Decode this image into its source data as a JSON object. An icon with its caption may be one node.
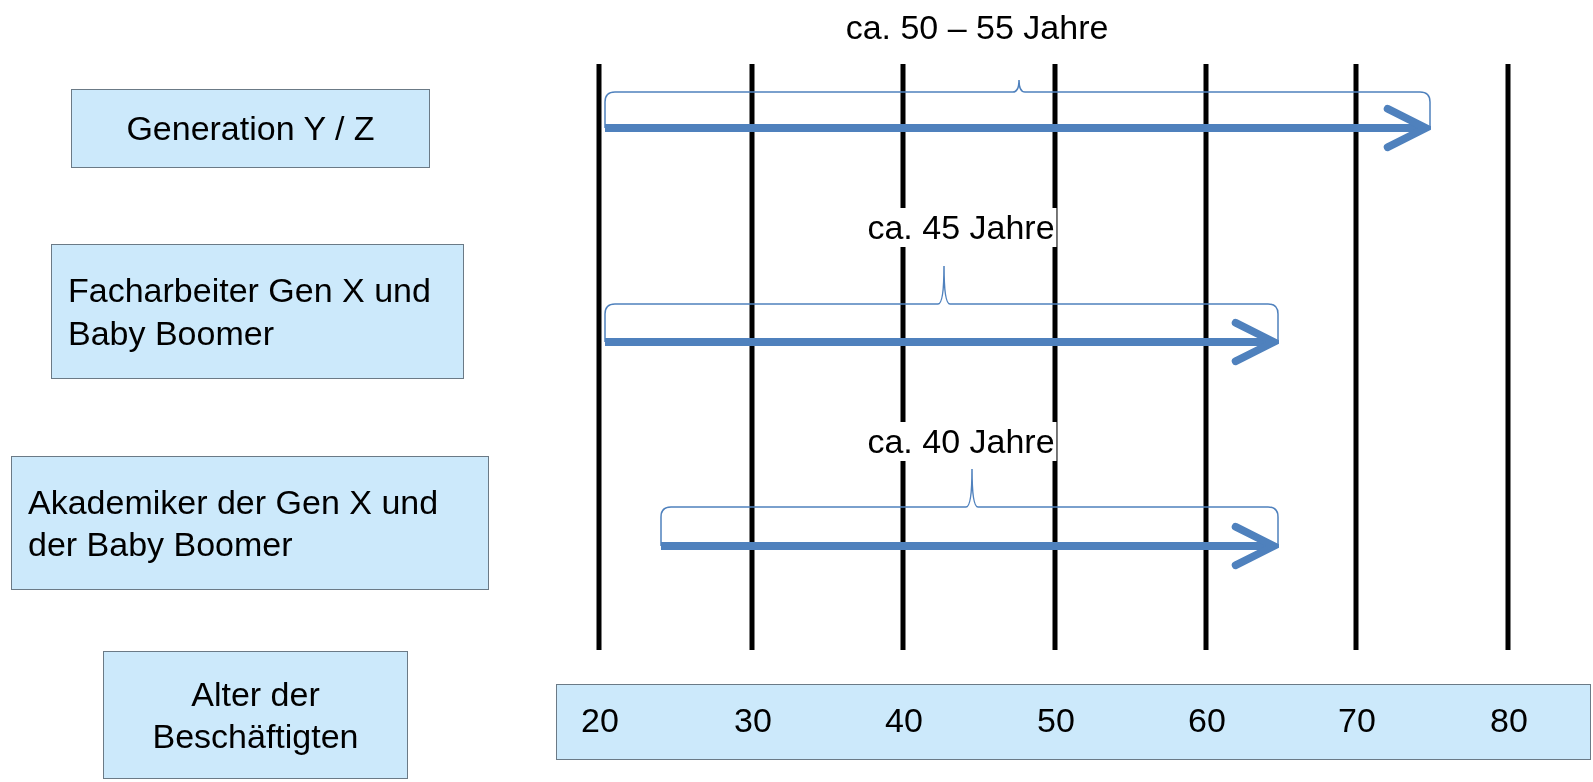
{
  "diagram": {
    "nodes": [
      {
        "text": [
          "Generation Y / Z"
        ]
      },
      {
        "text": [
          "Facharbeiter Gen X und Baby Boomer"
        ]
      },
      {
        "text": [
          "Akademiker der Gen X und der Baby Boomer"
        ]
      },
      {
        "text": [
          "Alter der Beschäftigten"
        ]
      },
      {
        "text": [
          "20",
          "30",
          "40",
          "50",
          "60",
          "70",
          "80"
        ]
      }
    ],
    "edges": [],
    "labels": [
      "ca. 50 – 55 Jahre",
      "ca. 45 Jahre",
      "ca. 40 Jahre"
    ]
  }
}
